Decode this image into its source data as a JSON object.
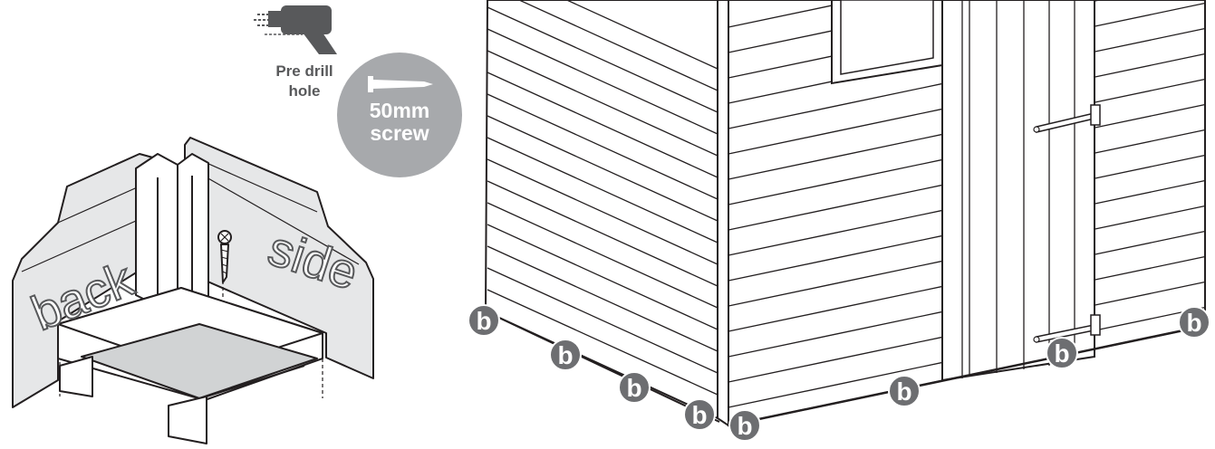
{
  "drill": {
    "label_line1": "Pre drill",
    "label_line2": "hole",
    "icon": "drill-icon"
  },
  "screw": {
    "size": "50mm",
    "word": "screw",
    "icon": "screw-icon"
  },
  "detail": {
    "back_label": "back",
    "side_label": "side"
  },
  "marker_label": "b",
  "colors": {
    "badge": "#a7a9ac",
    "marker": "#6d6e71",
    "panel": "#e6e7e8",
    "line": "#231f20",
    "floor": "#d1d3d4"
  }
}
